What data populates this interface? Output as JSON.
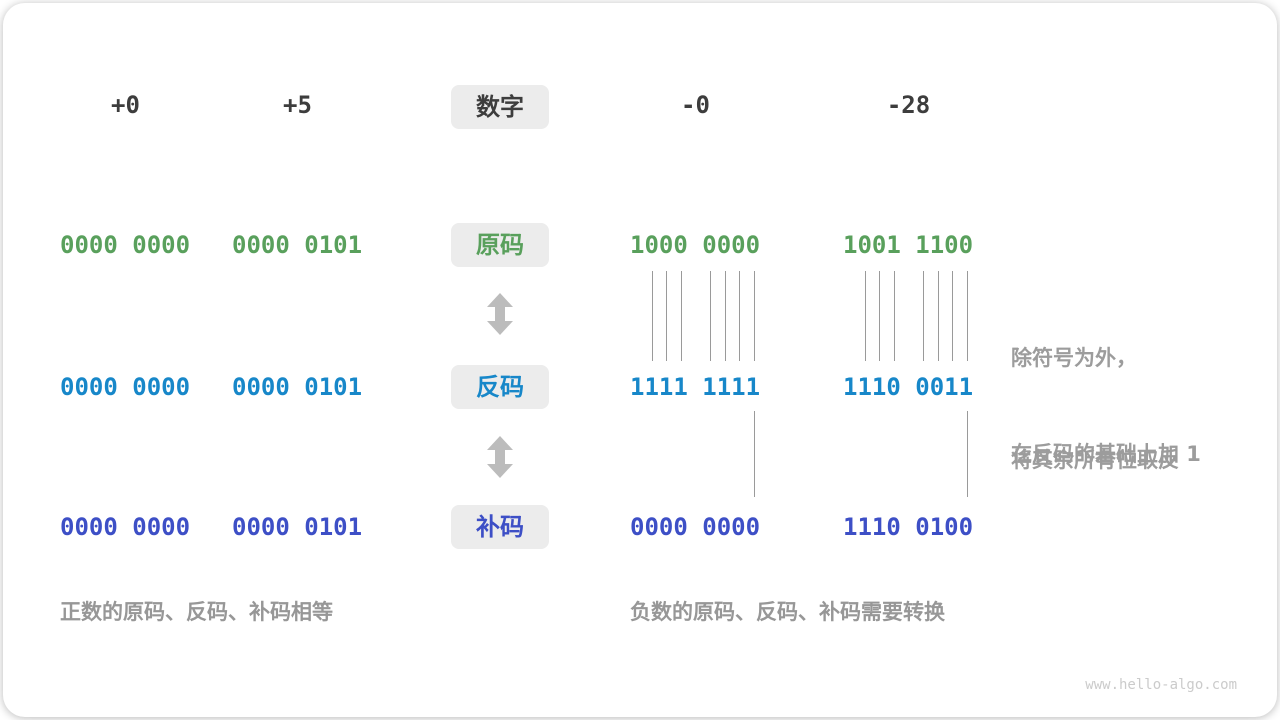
{
  "header": {
    "badge": "数字",
    "columns": [
      "+0",
      "+5",
      "-0",
      "-28"
    ]
  },
  "rows": [
    {
      "id": "sign-magnitude",
      "badge": "原码",
      "color": "#59a05c",
      "values": [
        "0000 0000",
        "0000 0101",
        "1000 0000",
        "1001 1100"
      ]
    },
    {
      "id": "ones-complement",
      "badge": "反码",
      "color": "#1787c9",
      "values": [
        "0000 0000",
        "0000 0101",
        "1111 1111",
        "1110 0011"
      ]
    },
    {
      "id": "twos-complement",
      "badge": "补码",
      "color": "#3d4fc6",
      "values": [
        "0000 0000",
        "0000 0101",
        "0000 0000",
        "1110 0100"
      ]
    }
  ],
  "annotations": {
    "flip_note_line1": "除符号为外，",
    "flip_note_line2": "将其余所有位取反",
    "add_one_note": "在反码的基础上加 1"
  },
  "captions": {
    "positive": "正数的原码、反码、补码相等",
    "negative": "负数的原码、反码、补码需要转换"
  },
  "tick_marks": {
    "slots": 9,
    "flip_columns": [
      1,
      2,
      3,
      5,
      6,
      7,
      8
    ],
    "add_one_columns": [
      8
    ]
  },
  "colors": {
    "badge_background": "#ececec",
    "header_text": "#3d3d3d",
    "annotation_gray": "#9c9c9c",
    "arrow_gray": "#bcbcbc"
  },
  "watermark": "www.hello-algo.com"
}
